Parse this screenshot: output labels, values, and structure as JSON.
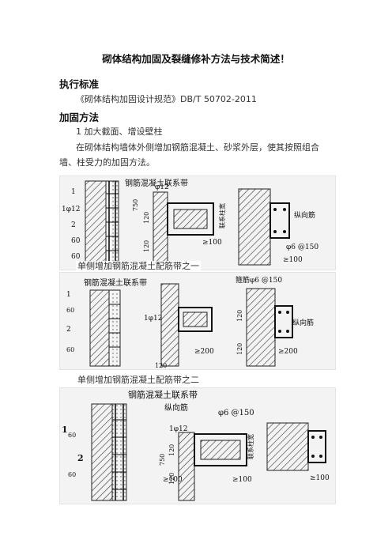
{
  "title": "砌体结构加固及裂缝修补方法与技术简述！",
  "sections": {
    "standard_heading": "执行标准",
    "standard_text": "《砌体结构加固设计规范》DB/T 50702-2011",
    "method_heading": "加固方法",
    "method_item": "1 加大截面、增设壁柱",
    "method_desc_line1": "在砌体结构墙体外侧增加钢筋混凝土、砂浆外层，使其按照组合",
    "method_desc_line2": "墙、柱受力的加固方法。"
  },
  "figures": [
    {
      "caption": "单侧增加钢筋混凝土配筋带之一",
      "labels": {
        "band": "钢筋混凝土联系带",
        "phi12_top": "φ12",
        "phi12_left": "1φ12",
        "dim_1": "1",
        "dim_2": "2",
        "dim_750": "750",
        "dim_120a": "120",
        "dim_120b": "120",
        "dim_60a": "60",
        "dim_60b": "60",
        "ge100a": "≥100",
        "ge100b": "≥100",
        "zong": "纵向筋",
        "stirrup": "φ6  @150",
        "col": "联系柱宽"
      }
    },
    {
      "caption": "单侧增加钢筋混凝土配筋带之二",
      "labels": {
        "band": "钢筋混凝土联系带",
        "stirrup": "箍筋φ6  @150",
        "zong": "纵向筋",
        "phi12": "1φ12",
        "dim_1": "1",
        "dim_2": "2",
        "dim_60a": "60",
        "dim_60b": "60",
        "dim_120a": "120",
        "dim_120b": "120",
        "ge200a": "≥200",
        "ge200b": "≥200",
        "bottom": "120"
      }
    },
    {
      "caption": "",
      "labels": {
        "band": "钢筋混凝土联系带",
        "zong": "纵向筋",
        "phi12": "1φ12",
        "stirrup": "φ6  @150",
        "dim_1": "1",
        "dim_2": "2",
        "dim_60a": "60",
        "dim_60b": "60",
        "dim_750": "750",
        "dim_120a": "120",
        "dim_120b": "120",
        "ge100a": "≥100",
        "ge100b": "≥100",
        "ge100c": "≥100",
        "col": "联系柱宽"
      }
    }
  ]
}
